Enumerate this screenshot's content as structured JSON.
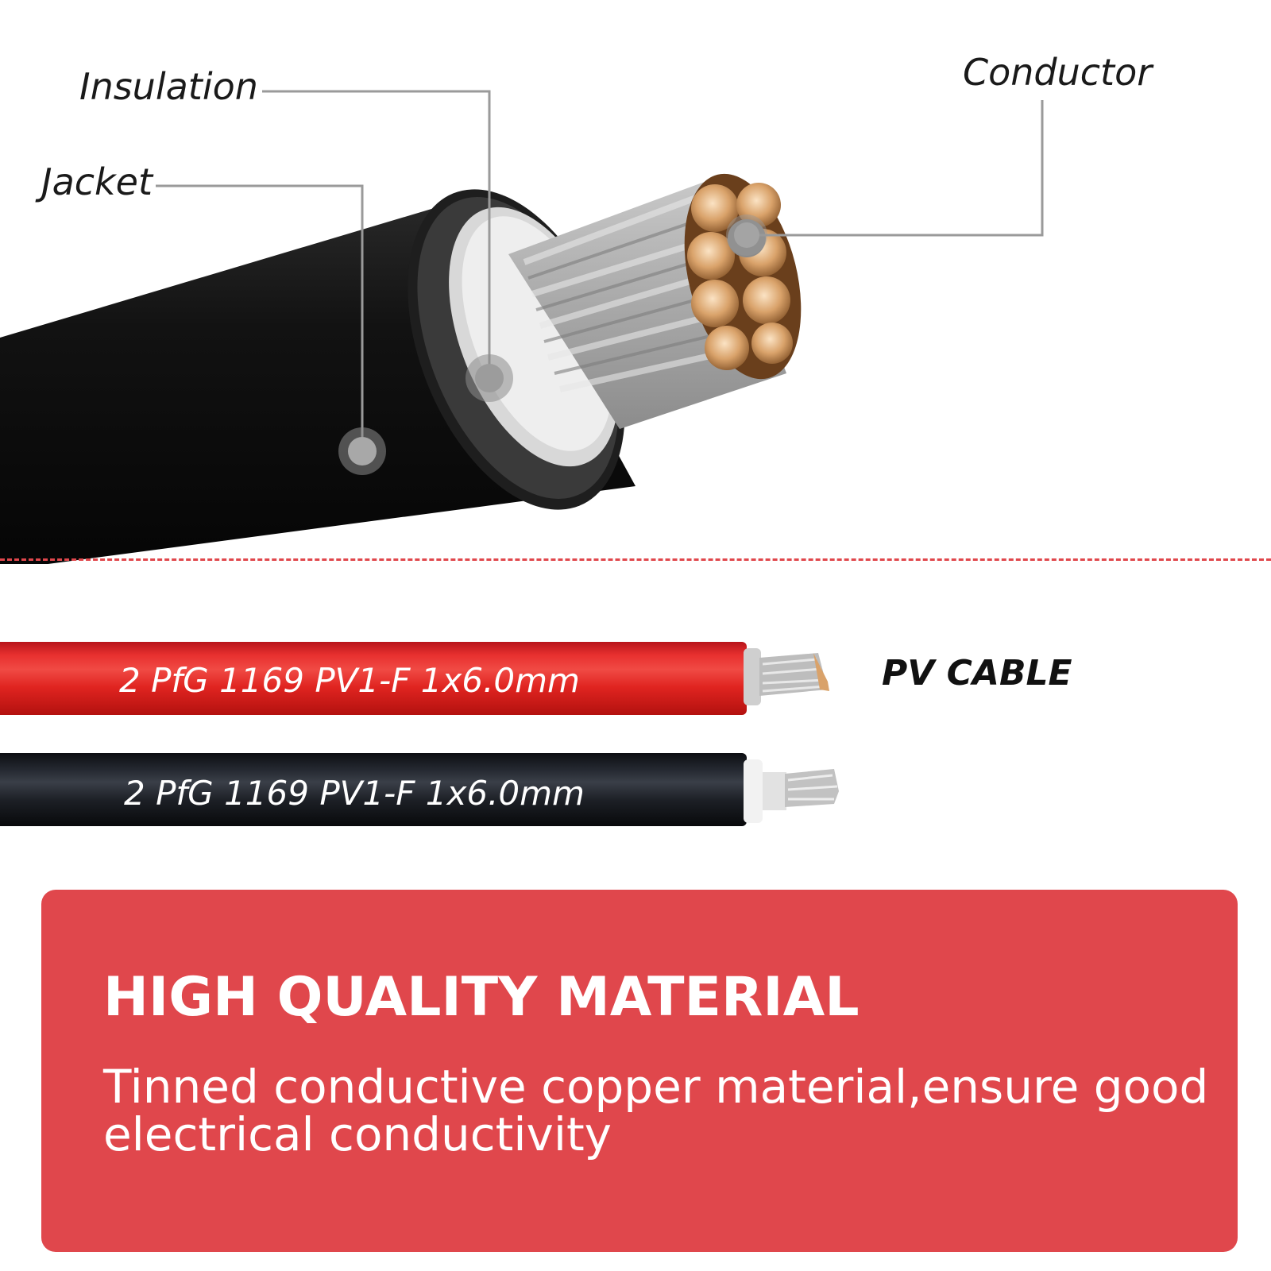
{
  "diagram": {
    "labels": {
      "insulation": "Insulation",
      "jacket": "Jacket",
      "conductor": "Conductor"
    }
  },
  "pv_section": {
    "red_cable_marking": "2 PfG 1169 PV1-F 1x6.0mm",
    "black_cable_marking": "2 PfG 1169 PV1-F 1x6.0mm",
    "label": "PV CABLE"
  },
  "feature": {
    "title": "HIGH QUALITY MATERIAL",
    "description": "Tinned conductive copper material,ensure good electrical conductivity"
  },
  "colors": {
    "accent_red": "#e0474c",
    "cable_red": "#e8302f",
    "cable_black": "#1c1f25",
    "copper": "#d9a26a"
  }
}
